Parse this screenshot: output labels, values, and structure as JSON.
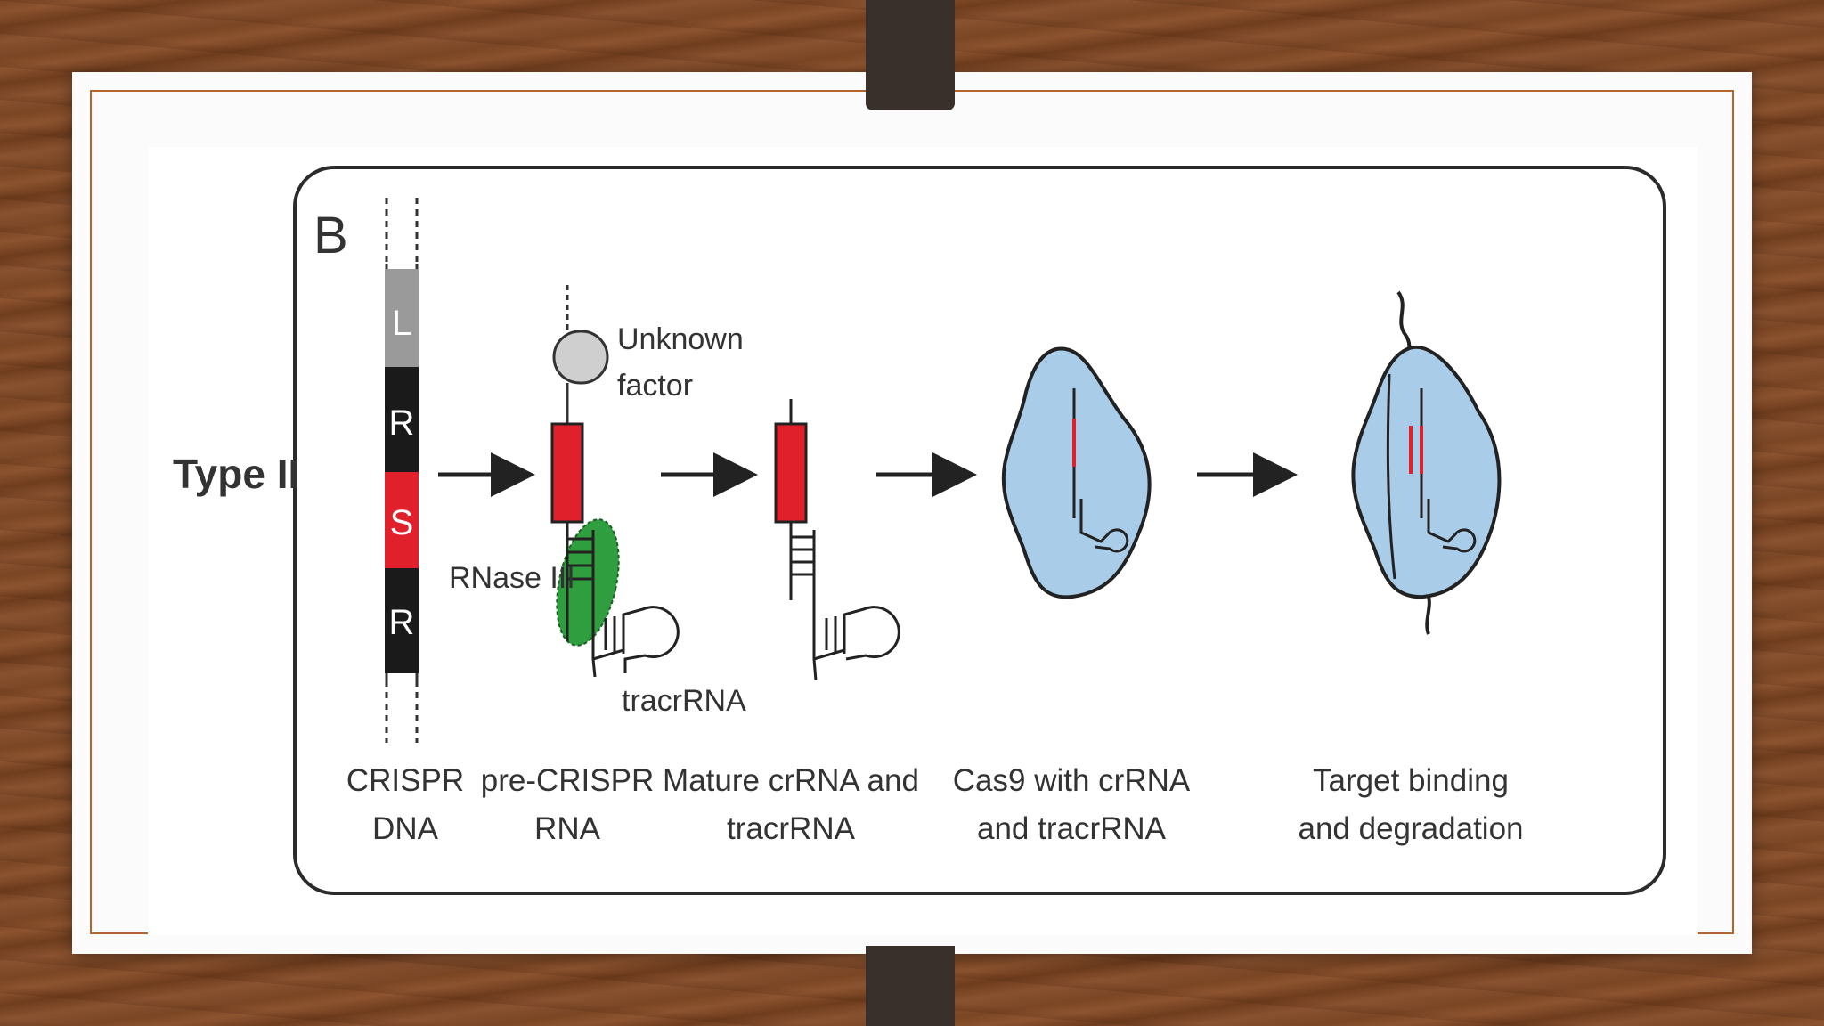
{
  "panel_letter": "B",
  "type_label": "Type II",
  "crispr_segments": [
    "L",
    "R",
    "S",
    "R"
  ],
  "annotations": {
    "unknown_factor_line1": "Unknown",
    "unknown_factor_line2": "factor",
    "rnase": "RNase III",
    "tracrrna": "tracrRNA"
  },
  "stages": [
    {
      "line1": "CRISPR",
      "line2": "DNA"
    },
    {
      "line1": "pre-CRISPR",
      "line2": "RNA"
    },
    {
      "line1": "Mature crRNA and",
      "line2": "tracrRNA"
    },
    {
      "line1": "Cas9 with crRNA",
      "line2": "and tracrRNA"
    },
    {
      "line1": "Target binding",
      "line2": "and degradation"
    }
  ],
  "colors": {
    "frame_accent": "#b5652c",
    "crrna_red": "#e0202a",
    "rnase_green": "#2f9e3f",
    "cas9_blue": "#a9cce8",
    "leader_gray": "#9a9a9a",
    "repeat_black": "#1a1a1a"
  }
}
